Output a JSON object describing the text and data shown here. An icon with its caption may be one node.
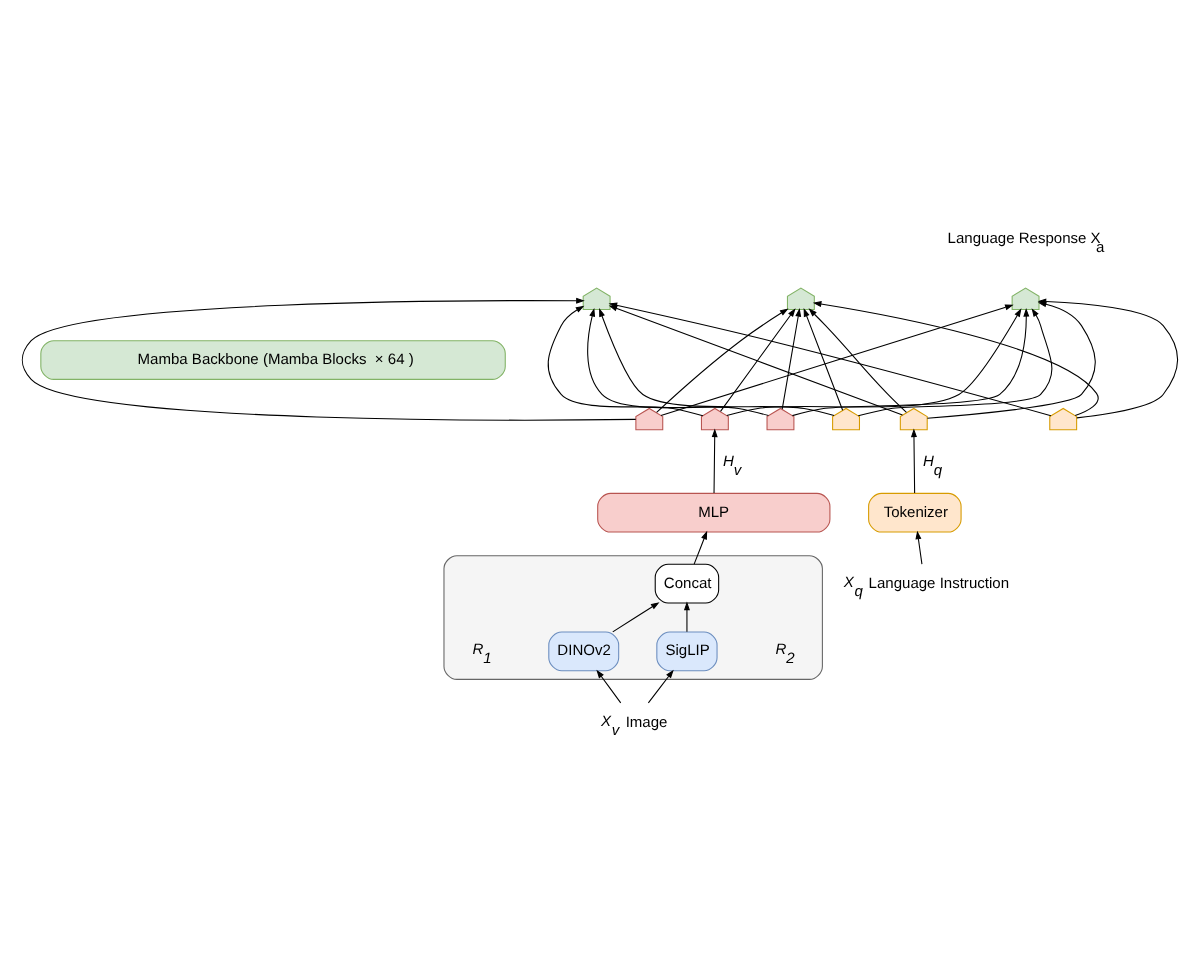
{
  "diagram": {
    "nodes": [
      {
        "text": [],
        "shape": "house"
      },
      {
        "text": [],
        "shape": "house"
      },
      {
        "text": [],
        "shape": "house"
      },
      {
        "text": [
          "Mamba Backbone (Mamba Blocks  × 64 )"
        ]
      },
      {
        "text": [],
        "shape": "house"
      },
      {
        "text": [],
        "shape": "house"
      },
      {
        "text": [],
        "shape": "house"
      },
      {
        "text": [],
        "shape": "house"
      },
      {
        "text": [],
        "shape": "house"
      },
      {
        "text": [],
        "shape": "house"
      },
      {
        "text": [
          "MLP"
        ]
      },
      {
        "text": [
          "Tokenizer"
        ]
      },
      {
        "text": [],
        "shape": "box"
      },
      {
        "text": [
          "Concat"
        ],
        "in": 12
      },
      {
        "text": [
          "DINOv2"
        ],
        "in": 12
      },
      {
        "text": [
          "SigLIP"
        ],
        "in": 12
      },
      {
        "text": [
          "X$_{v}$"
        ],
        "beside": [
          "Image"
        ]
      },
      {
        "text": [
          "X$_{q}$"
        ],
        "beside": [
          "Language Instruction"
        ]
      }
    ],
    "edges": [
      {
        "from": 4,
        "to": 0,
        "arrow": "to"
      },
      {
        "from": 4,
        "to": 1,
        "arrow": "to"
      },
      {
        "from": 4,
        "to": 2,
        "arrow": "to"
      },
      {
        "from": 5,
        "to": 0,
        "arrow": "to"
      },
      {
        "from": 5,
        "to": 1,
        "arrow": "to"
      },
      {
        "from": 5,
        "to": 2,
        "arrow": "to"
      },
      {
        "from": 6,
        "to": 0,
        "arrow": "to"
      },
      {
        "from": 6,
        "to": 1,
        "arrow": "to"
      },
      {
        "from": 6,
        "to": 2,
        "arrow": "to"
      },
      {
        "from": 7,
        "to": 0,
        "arrow": "to"
      },
      {
        "from": 7,
        "to": 1,
        "arrow": "to"
      },
      {
        "from": 7,
        "to": 2,
        "arrow": "to"
      },
      {
        "from": 8,
        "to": 0,
        "arrow": "to"
      },
      {
        "from": 8,
        "to": 1,
        "arrow": "to"
      },
      {
        "from": 8,
        "to": 2,
        "arrow": "to"
      },
      {
        "from": 9,
        "to": 0,
        "arrow": "to"
      },
      {
        "from": 9,
        "to": 1,
        "arrow": "to"
      },
      {
        "from": 9,
        "to": 2,
        "arrow": "to"
      },
      {
        "from": 10,
        "to": 5,
        "arrow": "to",
        "label": "H$_{v}$"
      },
      {
        "from": 11,
        "to": 8,
        "arrow": "to",
        "label": "H$_{q}$"
      },
      {
        "from": 13,
        "to": 10,
        "arrow": "to"
      },
      {
        "from": 14,
        "to": 13,
        "arrow": "to"
      },
      {
        "from": 15,
        "to": 13,
        "arrow": "to"
      },
      {
        "from": 16,
        "to": 14,
        "arrow": "to"
      },
      {
        "from": 16,
        "to": 15,
        "arrow": "to"
      },
      {
        "from": 17,
        "to": 11,
        "arrow": "to"
      }
    ],
    "labels": [
      "Language Response X$_{a}$",
      "R$_{1}$",
      "R$_{2}$"
    ]
  }
}
